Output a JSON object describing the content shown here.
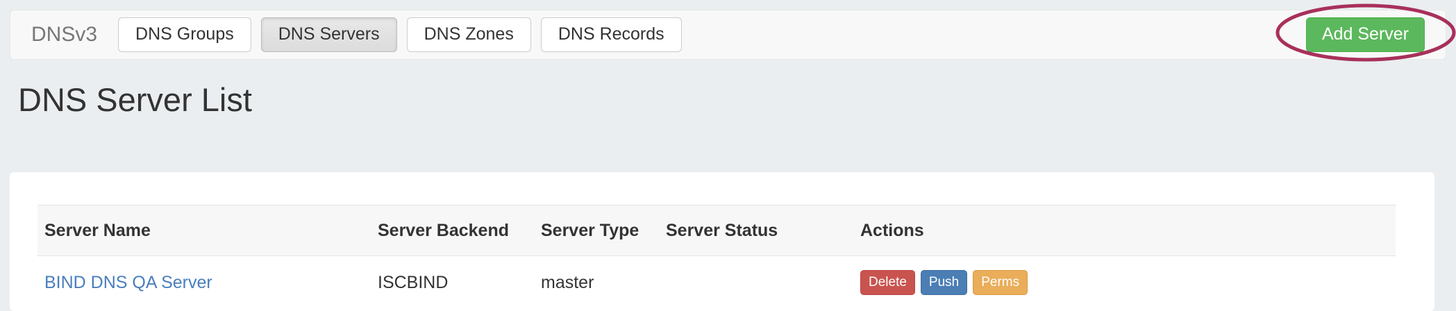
{
  "page": {
    "background_color": "#eaeef0",
    "title": "DNS Server List"
  },
  "navbar": {
    "brand": "DNSv3",
    "background_color": "#f8f8f8",
    "items": [
      {
        "label": "DNS Groups",
        "active": false
      },
      {
        "label": "DNS Servers",
        "active": true
      },
      {
        "label": "DNS Zones",
        "active": false
      },
      {
        "label": "DNS Records",
        "active": false
      }
    ],
    "add_button": {
      "label": "Add Server",
      "color": "#5cb85c"
    }
  },
  "annotation": {
    "shape": "ellipse",
    "stroke_color": "#a8305a",
    "target": "Add Server"
  },
  "table": {
    "columns": [
      "Server Name",
      "Server Backend",
      "Server Type",
      "Server Status",
      "Actions"
    ],
    "rows": [
      {
        "server_name": "BIND DNS QA Server",
        "server_name_color": "#4a7ebb",
        "server_backend": "ISCBIND",
        "server_type": "master",
        "server_status": "",
        "actions": [
          {
            "label": "Delete",
            "color": "#c9534f"
          },
          {
            "label": "Push",
            "color": "#4a7eb5"
          },
          {
            "label": "Perms",
            "color": "#eaad5a"
          }
        ]
      }
    ]
  }
}
